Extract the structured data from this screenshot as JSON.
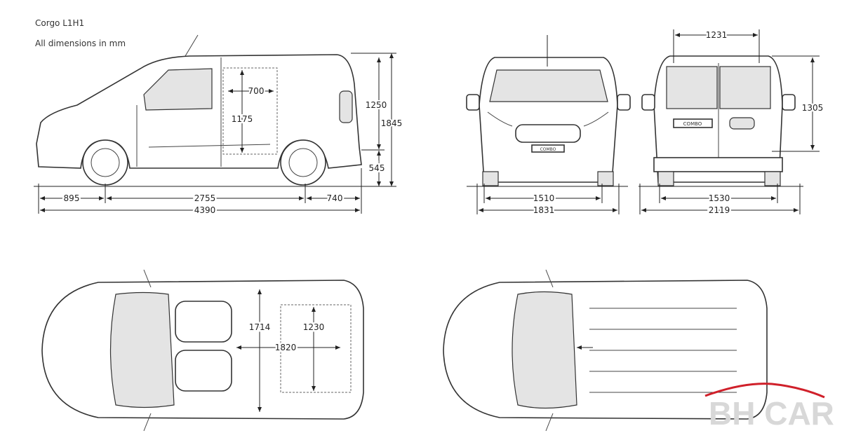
{
  "header": {
    "model": "Corgo L1H1",
    "units_note": "All dimensions in mm"
  },
  "side_view": {
    "cargo_width": "700",
    "cargo_height": "1175",
    "roof_height": "1250",
    "total_height": "1845",
    "ground_clearance": "545",
    "front_overhang": "895",
    "wheelbase": "2755",
    "rear_overhang": "740",
    "total_length": "4390"
  },
  "front_view": {
    "track_width": "1510",
    "total_width": "1831",
    "badge": "COMBO"
  },
  "rear_view": {
    "door_width": "1231",
    "door_height": "1305",
    "track_width": "1530",
    "width_with_mirrors": "2119",
    "badge": "COMBO"
  },
  "top_view": {
    "cargo_width": "1714",
    "between_arches": "1230",
    "cargo_length": "1820"
  },
  "watermark": {
    "text": "BH CAR",
    "accent": "#d0202a"
  }
}
